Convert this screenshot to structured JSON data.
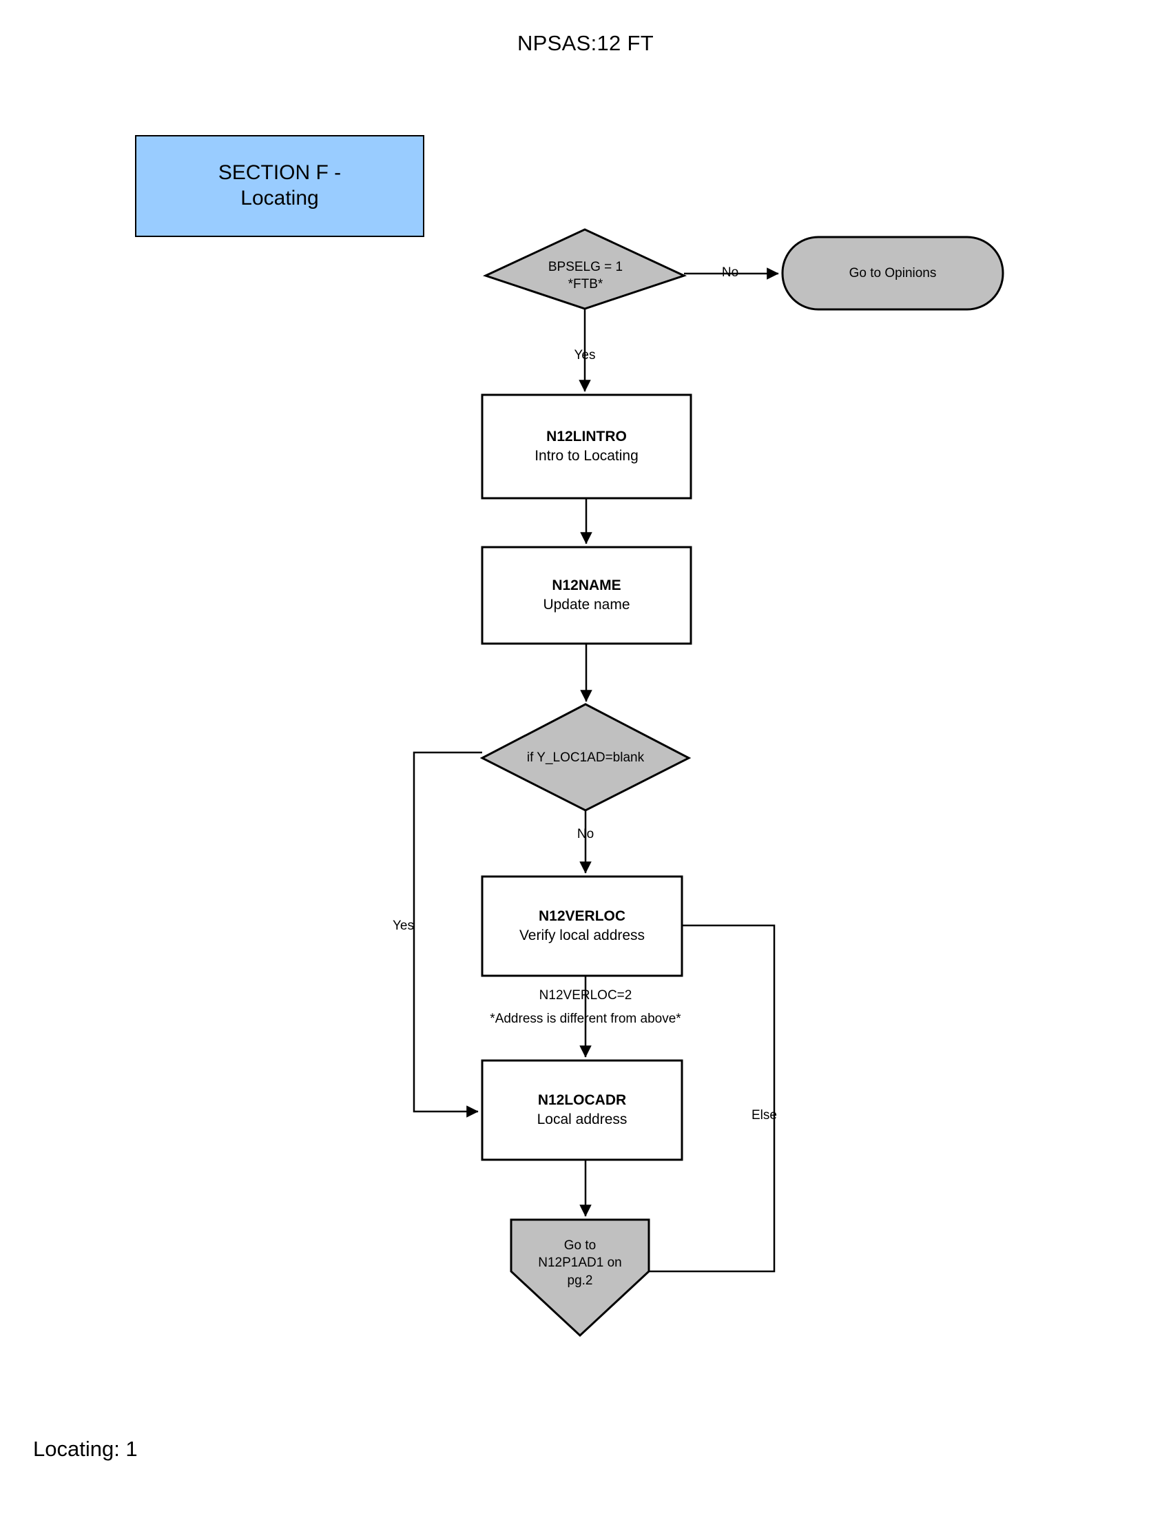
{
  "document": {
    "title": "NPSAS:12 FT",
    "footer": "Locating: 1"
  },
  "section_header": {
    "line1": "SECTION F -",
    "line2": "Locating",
    "fill_color": "#99ccff"
  },
  "palette": {
    "decision_fill": "#c0c0c0",
    "terminator_fill": "#c0c0c0",
    "connector_fill": "#c0c0c0",
    "process_fill": "#ffffff",
    "stroke": "#000000"
  },
  "flowchart": {
    "type": "flowchart",
    "nodes": [
      {
        "id": "bpselg",
        "shape": "decision",
        "line1": "BPSELG = 1",
        "line2": "*FTB*"
      },
      {
        "id": "opinions",
        "shape": "terminator",
        "text": "Go to Opinions"
      },
      {
        "id": "n12lintro",
        "shape": "process",
        "code": "N12LINTRO",
        "desc": "Intro to Locating"
      },
      {
        "id": "n12name",
        "shape": "process",
        "code": "N12NAME",
        "desc": "Update name"
      },
      {
        "id": "yloc1ad",
        "shape": "decision",
        "text": "if Y_LOC1AD=blank"
      },
      {
        "id": "n12verloc",
        "shape": "process",
        "code": "N12VERLOC",
        "desc": "Verify local address"
      },
      {
        "id": "n12locadr",
        "shape": "process",
        "code": "N12LOCADR",
        "desc": "Local address"
      },
      {
        "id": "gotopg2",
        "shape": "offpage-connector",
        "line1": "Go to",
        "line2": "N12P1AD1 on",
        "line3": "pg.2"
      }
    ],
    "edge_labels": {
      "bpselg_no": "No",
      "bpselg_yes": "Yes",
      "yloc1ad_yes": "Yes",
      "yloc1ad_no": "No",
      "verloc_cond_line1": "N12VERLOC=2",
      "verloc_cond_line2": "*Address is different from above*",
      "verloc_else": "Else"
    }
  }
}
